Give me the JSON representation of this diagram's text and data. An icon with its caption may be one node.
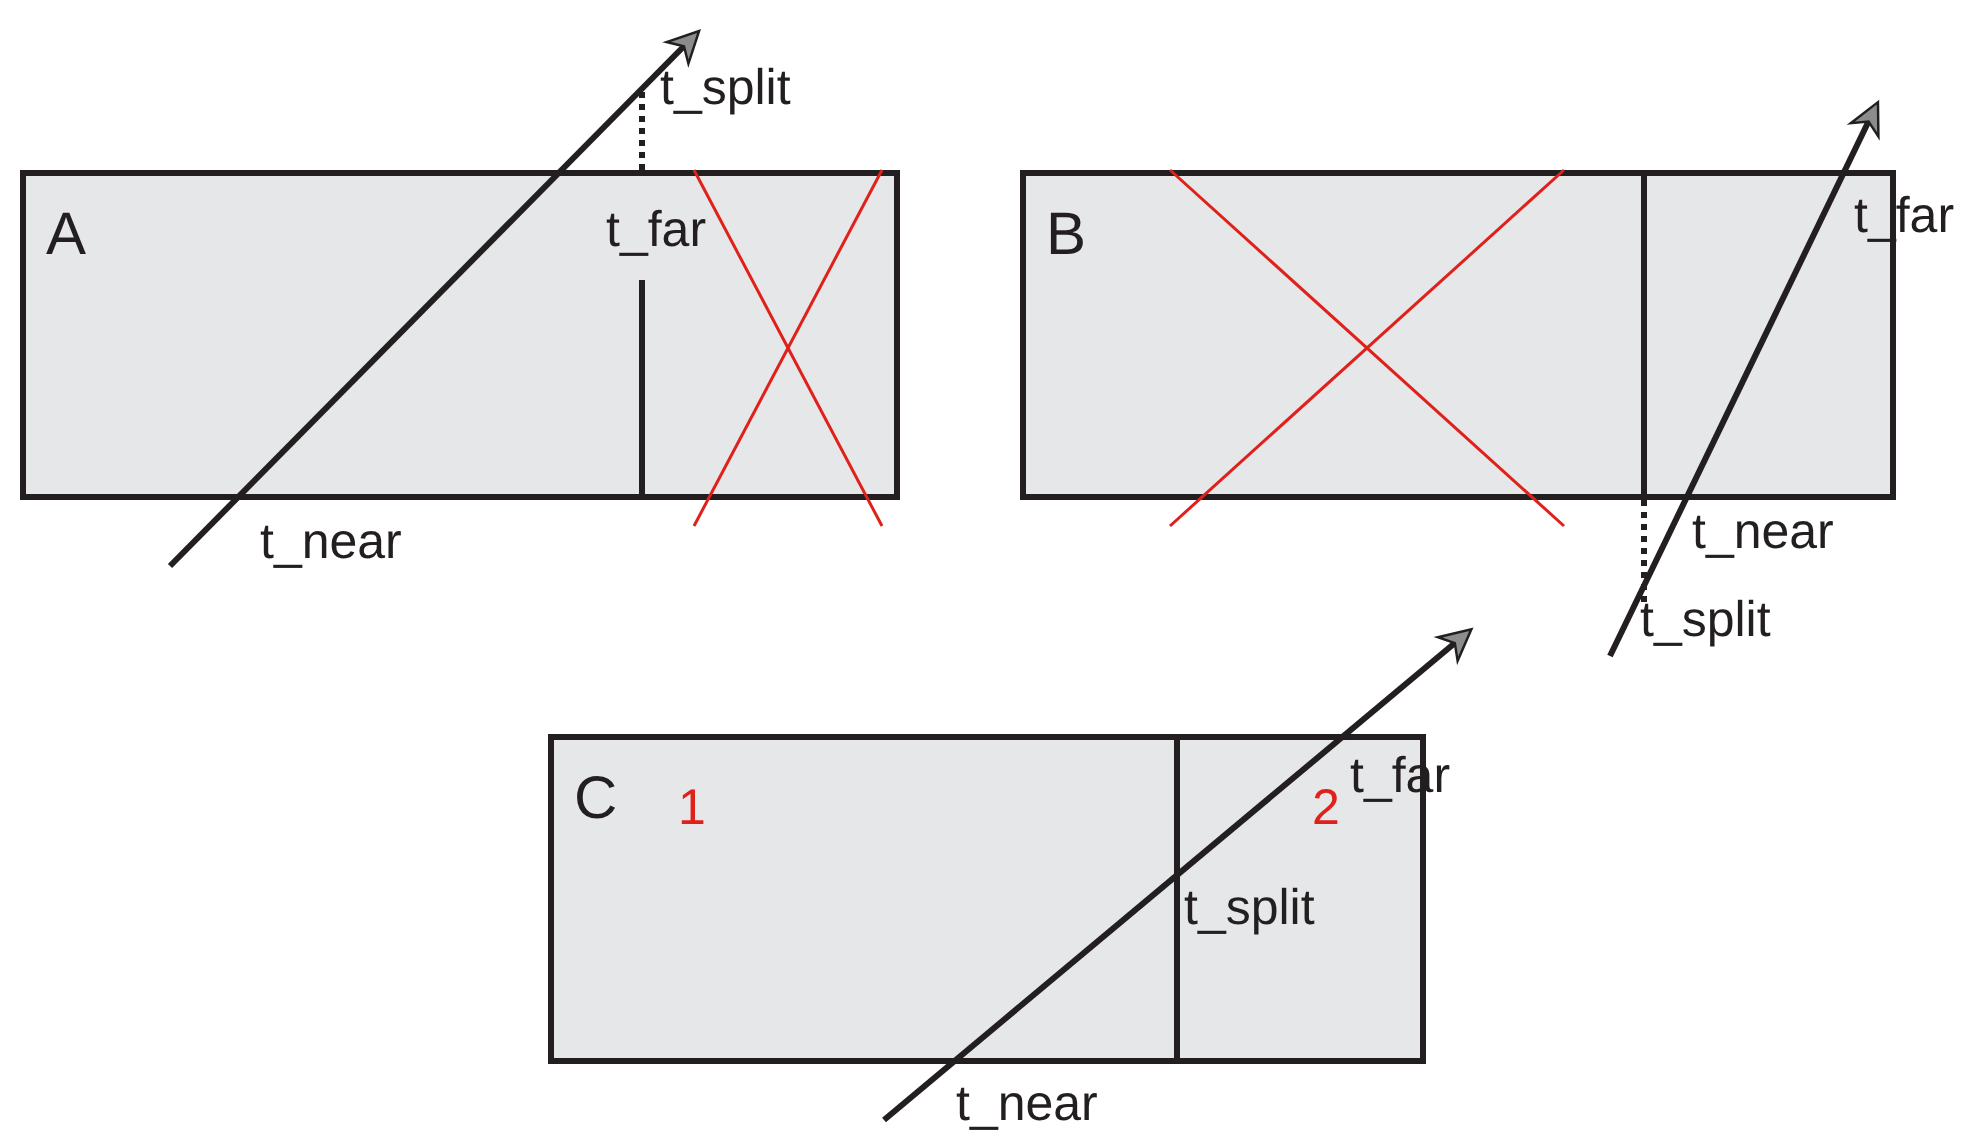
{
  "diagram": {
    "nodes": [
      {
        "text": [
          "A"
        ]
      },
      {
        "text": [
          "B"
        ]
      },
      {
        "text": [
          "C"
        ]
      },
      {
        "text": [
          "1"
        ],
        "in": 2
      },
      {
        "text": [
          "2"
        ],
        "in": 2
      }
    ],
    "edges": [],
    "labels": [
      "t_split",
      "t_far",
      "t_near",
      "t_far",
      "t_near",
      "t_split",
      "t_far",
      "t_split",
      "t_near"
    ]
  }
}
